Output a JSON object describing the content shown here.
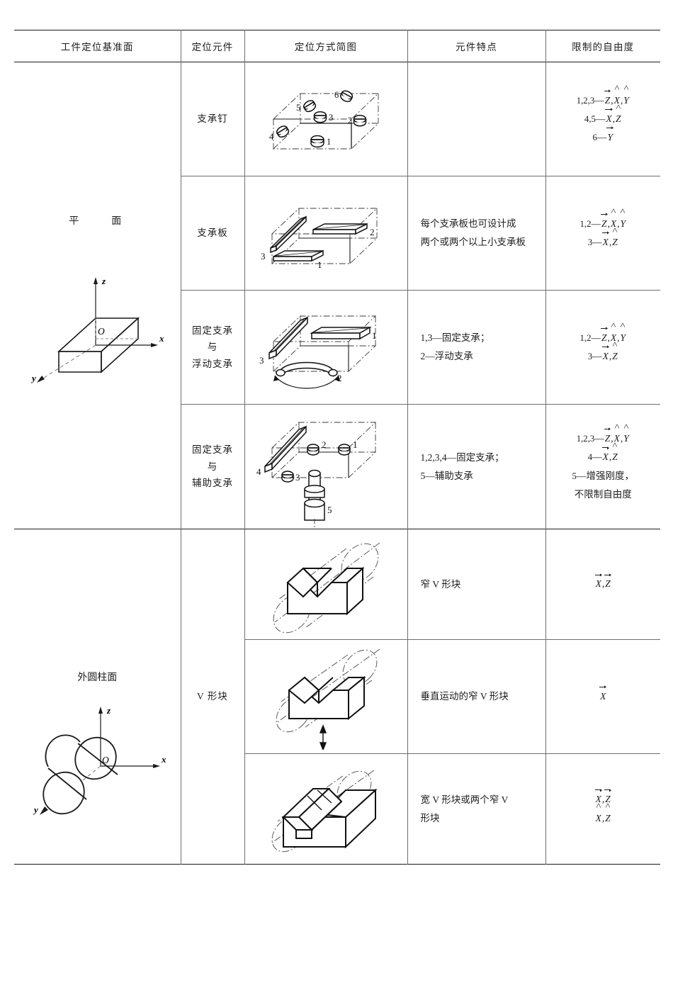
{
  "table": {
    "headers": [
      "工件定位基准面",
      "定位元件",
      "定位方式简图",
      "元件特点",
      "限制的自由度"
    ],
    "sections": [
      {
        "base_surface": "平　　面",
        "rows": [
          {
            "element": "支承钉",
            "diagram": "six-pin-block-diagram",
            "feature": "",
            "dof": [
              {
                "prefix": "1,2,3",
                "dash": "—",
                "terms": [
                  {
                    "t": "Z",
                    "k": "vec"
                  },
                  {
                    "t": "X",
                    "k": "hat"
                  },
                  {
                    "t": "Y",
                    "k": "hat"
                  }
                ]
              },
              {
                "prefix": "4,5",
                "dash": "—",
                "terms": [
                  {
                    "t": "X",
                    "k": "vec"
                  },
                  {
                    "t": "Z",
                    "k": "hat"
                  }
                ]
              },
              {
                "prefix": "6",
                "dash": "—",
                "terms": [
                  {
                    "t": "Y",
                    "k": "vec"
                  }
                ]
              }
            ]
          },
          {
            "element": "支承板",
            "diagram": "three-plate-block-diagram",
            "feature": "每个支承板也可设计成\n两个或两个以上小支承板",
            "dof": [
              {
                "prefix": "1,2",
                "dash": "—",
                "terms": [
                  {
                    "t": "Z",
                    "k": "vec"
                  },
                  {
                    "t": "X",
                    "k": "hat"
                  },
                  {
                    "t": "Y",
                    "k": "hat"
                  }
                ]
              },
              {
                "prefix": "3",
                "dash": "—",
                "terms": [
                  {
                    "t": "X",
                    "k": "vec"
                  },
                  {
                    "t": "Z",
                    "k": "hat"
                  }
                ]
              }
            ]
          },
          {
            "element": "固定支承\n与\n浮动支承",
            "diagram": "fixed-floating-support-diagram",
            "feature": "1,3—固定支承；\n2—浮动支承",
            "dof": [
              {
                "prefix": "1,2",
                "dash": "—",
                "terms": [
                  {
                    "t": "Z",
                    "k": "vec"
                  },
                  {
                    "t": "X",
                    "k": "hat"
                  },
                  {
                    "t": "Y",
                    "k": "hat"
                  }
                ]
              },
              {
                "prefix": "3",
                "dash": "—",
                "terms": [
                  {
                    "t": "X",
                    "k": "vec"
                  },
                  {
                    "t": "Z",
                    "k": "hat"
                  }
                ]
              }
            ]
          },
          {
            "element": "固定支承\n与\n辅助支承",
            "diagram": "fixed-auxiliary-support-diagram",
            "feature": "1,2,3,4—固定支承；\n5—辅助支承",
            "dof": [
              {
                "prefix": "1,2,3",
                "dash": "—",
                "terms": [
                  {
                    "t": "Z",
                    "k": "vec"
                  },
                  {
                    "t": "X",
                    "k": "hat"
                  },
                  {
                    "t": "Y",
                    "k": "hat"
                  }
                ]
              },
              {
                "prefix": "4",
                "dash": "—",
                "terms": [
                  {
                    "t": "X",
                    "k": "vec"
                  },
                  {
                    "t": "Z",
                    "k": "hat"
                  }
                ]
              },
              {
                "prefix": "5",
                "dash": "—",
                "text": "增强刚度，"
              },
              {
                "prefix": "",
                "dash": "",
                "text": "不限制自由度"
              }
            ]
          }
        ]
      },
      {
        "base_surface": "外圆柱面",
        "rows": [
          {
            "element": "V 形块",
            "diagram": "narrow-v-block-diagram",
            "feature": "窄 V 形块",
            "dof": [
              {
                "prefix": "",
                "dash": "",
                "terms": [
                  {
                    "t": "X",
                    "k": "vec"
                  },
                  {
                    "t": "Z",
                    "k": "vec"
                  }
                ]
              }
            ]
          },
          {
            "element": "",
            "diagram": "moving-narrow-v-block-diagram",
            "feature": "垂直运动的窄 V 形块",
            "dof": [
              {
                "prefix": "",
                "dash": "",
                "terms": [
                  {
                    "t": "X",
                    "k": "vec"
                  }
                ]
              }
            ]
          },
          {
            "element": "",
            "diagram": "wide-v-block-diagram",
            "feature": "宽 V 形块或两个窄 V\n形块",
            "dof": [
              {
                "prefix": "",
                "dash": "",
                "terms": [
                  {
                    "t": "X",
                    "k": "vec"
                  },
                  {
                    "t": "Z",
                    "k": "vec"
                  }
                ]
              },
              {
                "prefix": "",
                "dash": "",
                "terms": [
                  {
                    "t": "X",
                    "k": "hat"
                  },
                  {
                    "t": "Z",
                    "k": "hat"
                  }
                ]
              }
            ]
          }
        ]
      }
    ]
  },
  "axes": {
    "x": "x",
    "y": "y",
    "z": "z",
    "origin": "O"
  },
  "diagram_labels": {
    "six_pin": [
      "1",
      "2",
      "3",
      "4",
      "5",
      "6"
    ],
    "three_plate": [
      "1",
      "2",
      "3"
    ],
    "fixed_floating": [
      "1",
      "2",
      "3"
    ],
    "fixed_auxiliary": [
      "1",
      "2",
      "3",
      "4",
      "5"
    ]
  },
  "colors": {
    "rule": "#1a1a1a",
    "grid": "#6e6e6e",
    "ink": "#1d1d1d",
    "dashdot": "#555555"
  }
}
